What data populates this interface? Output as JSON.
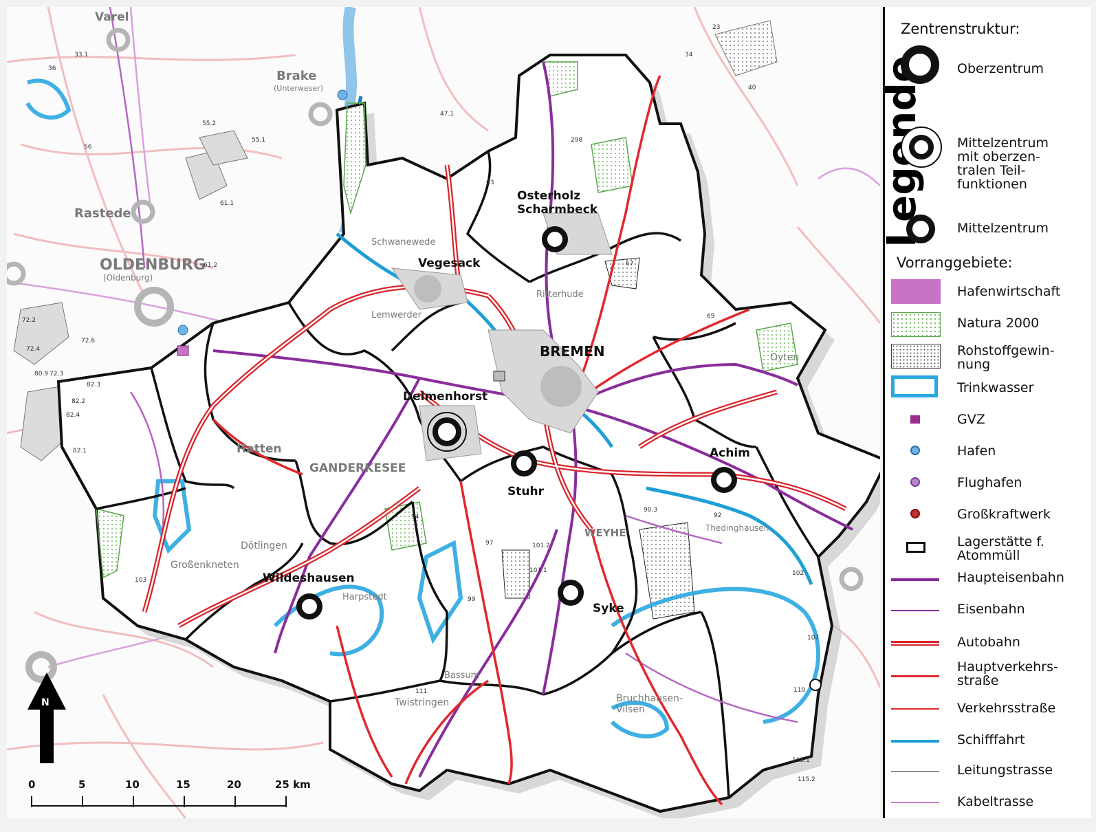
{
  "legend": {
    "title": "Legende",
    "sections": {
      "zentren": "Zentrenstruktur:",
      "vorrang": "Vorranggebiete:"
    },
    "items": {
      "oberzentrum": "Oberzentrum",
      "mittelzentrum_ober": "Mittelzentrum\nmit oberzen-\ntralen Teil-\nfunktionen",
      "mittelzentrum": "Mittelzentrum",
      "hafenwirtschaft": "Hafenwirtschaft",
      "natura": "Natura 2000",
      "rohstoff": "Rohstoffgewin-\nnung",
      "trinkwasser": "Trinkwasser",
      "gvz": "GVZ",
      "hafen": "Hafen",
      "flughafen": "Flughafen",
      "grosskraftwerk": "Großkraftwerk",
      "lagerstaette": "Lagerstätte f.\nAtommüll",
      "haupteisenbahn": "Haupteisenbahn",
      "eisenbahn": "Eisenbahn",
      "autobahn": "Autobahn",
      "hauptverkehrsstrasse": "Hauptverkehrs-\nstraße",
      "verkehrsstrasse": "Verkehrsstraße",
      "schifffahrt": "Schifffahrt",
      "leitungstrasse": "Leitungstrasse",
      "kabeltrasse": "Kabeltrasse"
    }
  },
  "map": {
    "places": {
      "bremen": "BREMEN",
      "osterholz": "Osterholz",
      "scharmbeck": "Scharmbeck",
      "vegesack": "Vegesack",
      "delmenhorst": "Delmenhorst",
      "stuhr": "Stuhr",
      "achim": "Achim",
      "syke": "Syke",
      "wildeshausen": "Wildeshausen",
      "oldenburg": "OLDENBURG",
      "oldenburg_sub": "(Oldenburg)",
      "rastede": "Rastede",
      "varel": "Varel",
      "brake": "Brake",
      "brake_sub": "(Unterweser)",
      "hatten": "Hatten",
      "ganderkesee": "GANDERKESEE",
      "dotlingen": "Dötlingen",
      "grossenkneten": "Großenkneten",
      "bruchhausen": "Bruchhausen-",
      "vilsen": "Vilsen",
      "twistringen": "Twistringen",
      "lemwerder": "Lemwerder",
      "schwanewede": "Schwanewede",
      "ritterhude": "Ritterhude",
      "weyhe": "WEYHE",
      "harpstedt": "Harpstedt",
      "bassum": "Bassum",
      "thedinghausen": "Thedinghausen",
      "oyten": "Oyten"
    },
    "site_numbers": [
      "33.1",
      "36",
      "47.1",
      "55.2",
      "55.1",
      "56",
      "61.1",
      "61.2",
      "63",
      "298",
      "67",
      "69",
      "72.2",
      "72.4",
      "72.6",
      "72.3",
      "82.3",
      "82.2",
      "82.4",
      "82.1",
      "80.9",
      "94",
      "97",
      "99",
      "101.1",
      "101.2",
      "103",
      "111",
      "90.3",
      "92",
      "102",
      "107",
      "110",
      "115.1",
      "115.2",
      "34",
      "23",
      "40"
    ],
    "north_label": "N",
    "scale": {
      "ticks": [
        "0",
        "5",
        "10",
        "15",
        "20",
        "25 km"
      ]
    }
  },
  "colors": {
    "autobahn": "#d9232a",
    "eisenbahn": "#8a2d9c",
    "kabeltrasse": "#d07ad0",
    "schifffahrt": "#1e9fd6",
    "natura": "#5aa84a",
    "hafenwirtschaft": "#c873c6",
    "trinkwasser": "#2aa7e0",
    "gvz": "#9b2d8e",
    "hafen": "#2b8fd0",
    "flughafen": "#7d3d9a",
    "grosskraftwerk": "#c0302e"
  }
}
